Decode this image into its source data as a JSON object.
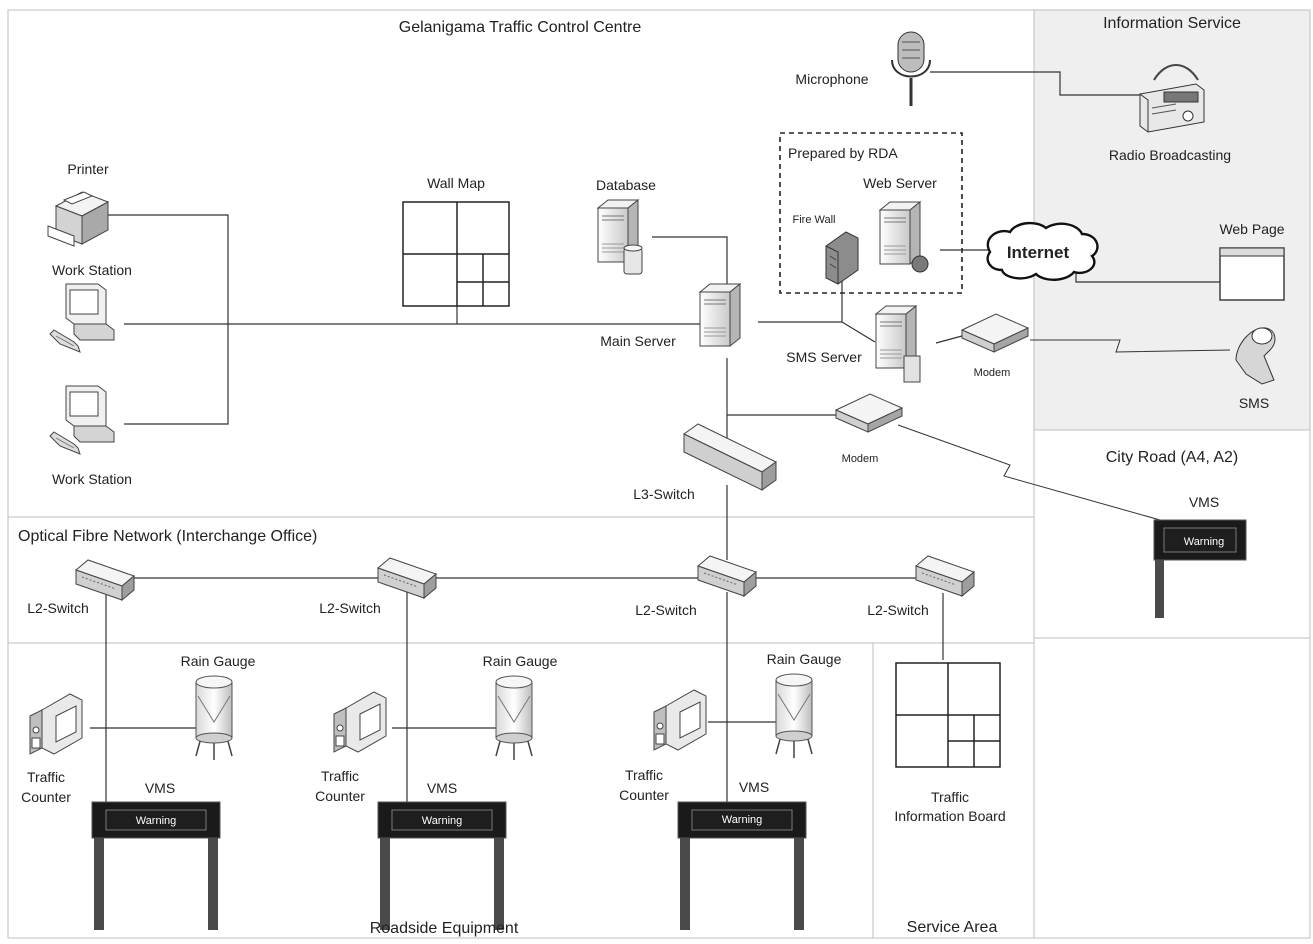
{
  "regions": {
    "control_centre": "Gelanigama Traffic Control Centre",
    "information_service": "Information Service",
    "city_road": "City Road (A4, A2)",
    "optical_fibre": "Optical Fibre Network (Interchange Office)",
    "roadside": "Roadside Equipment",
    "service_area": "Service Area",
    "prepared_by": "Prepared by RDA"
  },
  "labels": {
    "printer": "Printer",
    "work_station": "Work Station",
    "wall_map": "Wall Map",
    "database": "Database",
    "main_server": "Main Server",
    "web_server": "Web Server",
    "fire_wall": "Fire Wall",
    "internet": "Internet",
    "sms_server": "SMS Server",
    "modem": "Modem",
    "l3_switch": "L3-Switch",
    "l2_switch": "L2-Switch",
    "microphone": "Microphone",
    "radio": "Radio Broadcasting",
    "web_page": "Web Page",
    "sms": "SMS",
    "vms": "VMS",
    "warning": "Warning",
    "rain_gauge": "Rain Gauge",
    "traffic_counter_1": "Traffic",
    "traffic_counter_2": "Counter",
    "tib_1": "Traffic",
    "tib_2": "Information Board"
  },
  "colors": {
    "line": "#333333",
    "shaded_region": "#efefef",
    "border": "#bfbfbf",
    "vms_board": "#1a1a1a",
    "vms_post": "#4a4a4a"
  }
}
